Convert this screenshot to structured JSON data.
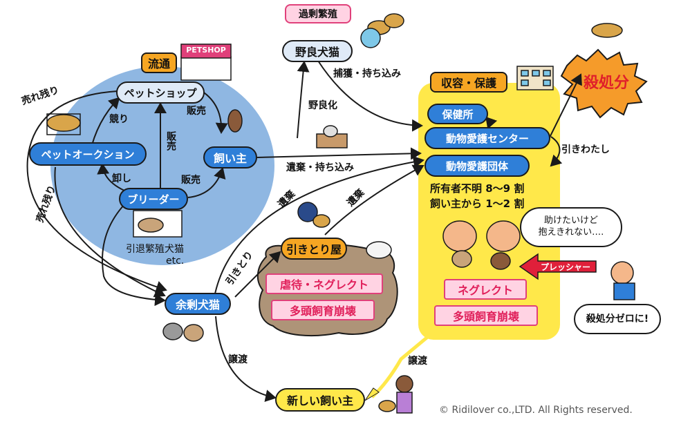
{
  "nodes": {
    "pet_shop": "ペットショップ",
    "pet_auction": "ペットオークション",
    "owner": "飼い主",
    "breeder": "ブリーダー",
    "stray": "野良犬猫",
    "health_center": "保健所",
    "protection_center": "動物愛護センター",
    "protection_group": "動物愛護団体",
    "pickup_shop": "引きとり屋",
    "surplus": "余剰犬猫",
    "new_owner": "新しい飼い主",
    "kill": "殺処分"
  },
  "tags": {
    "distribution": "流通",
    "petshop_sign": "PETSHOP",
    "overbreeding": "過剰繁殖",
    "shelter": "収容・保護"
  },
  "problems": {
    "abuse": "虐待・ネグレクト",
    "hoarding_collapse_1": "多頭飼育崩壊",
    "neglect": "ネグレクト",
    "hoarding_collapse_2": "多頭飼育崩壊"
  },
  "labels": {
    "unsold_1": "売れ残り",
    "unsold_2": "売れ残り",
    "bid": "競り",
    "sale_1": "販売",
    "sale_vertical": "販売",
    "sale_2": "販売",
    "wholesale": "卸し",
    "capture": "捕獲・持ち込み",
    "go_stray": "野良化",
    "abandon_bring": "遺棄・持ち込み",
    "abandon_1": "遺棄",
    "abandon_2": "遺棄",
    "handover": "引きわたし",
    "take_in": "引きとり",
    "transfer_1": "譲渡",
    "transfer_2": "譲渡",
    "owner_unknown": "所有者不明 8～9 割",
    "from_owner": "飼い主から 1～2 割",
    "retired": "引退繁殖犬猫",
    "etc": "etc.",
    "pressure": "プレッシャー",
    "zero_kill": "殺処分ゼロに!"
  },
  "bubble_lines": [
    "助けたいけど",
    "抱えきれない‥‥"
  ],
  "copyright": "© Ridilover co.,LTD. All Rights reserved.",
  "colors": {
    "circle_blue": "#8fb7e2",
    "node_blue": "#2f7fd8",
    "shelter_yellow": "#ffe84a",
    "tag_orange": "#f6a623",
    "brown_cloud": "#ae9478",
    "problem_pink": "#e01f5a",
    "kill_orange": "#f59b2a"
  }
}
